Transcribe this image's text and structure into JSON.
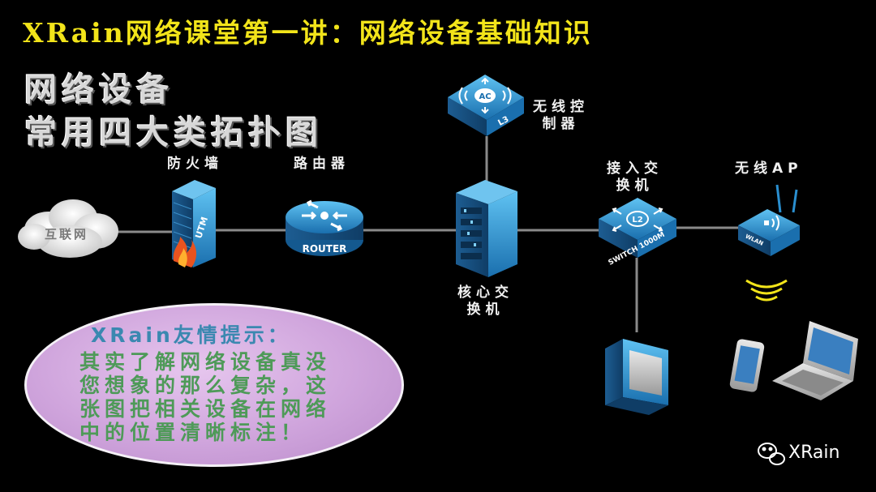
{
  "header": {
    "brand": "XRain",
    "title_rest": "网络课堂第一讲：网络设备基础知识"
  },
  "subtitle": {
    "line1": "网络设备",
    "line2": "常用四大类拓扑图"
  },
  "nodes": {
    "internet": "互联网",
    "firewall_label": "防火墙",
    "firewall_text": "UTM",
    "router_label": "路由器",
    "router_text": "ROUTER",
    "core_switch_label": [
      "核心交",
      "换机"
    ],
    "ac_label": [
      "无线控",
      "制器"
    ],
    "ac_text": "AC",
    "ac_layer": "L3",
    "access_switch_label": [
      "接入交",
      "换机"
    ],
    "switch_layer": "L2",
    "switch_text": "SWITCH 1000M",
    "ap_label": "无线AP",
    "ap_text": "WLAN"
  },
  "tip": {
    "title": "XRain友情提示：",
    "lines": [
      "其实了解网络设备真没",
      "您想象的那么复杂，这",
      "张图把相关设备在网络",
      "中的位置清晰标注！"
    ]
  },
  "watermark": {
    "icon": "wechat-icon",
    "text": "XRain"
  },
  "colors": {
    "title": "#f2e41a",
    "device_blue": "#2a8fd0",
    "tip_bg": "#d8b4e4",
    "tip_title": "#3b88b0",
    "tip_text": "#4e9a58"
  }
}
